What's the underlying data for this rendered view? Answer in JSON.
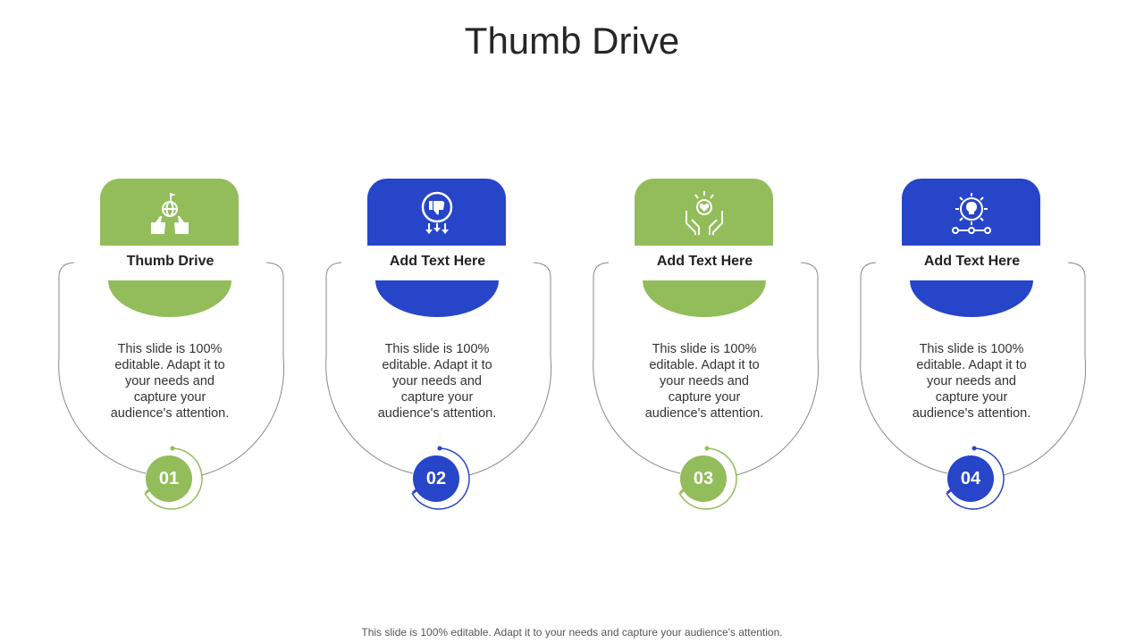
{
  "slide": {
    "title": "Thumb Drive",
    "footer": "This slide is 100% editable. Adapt it to your needs and capture your audience's attention."
  },
  "colors": {
    "green": "#92bd5a",
    "blue": "#2745c8",
    "outline": "#8a8a8a"
  },
  "cards": [
    {
      "label": "Thumb Drive",
      "text": "This slide is 100% editable. Adapt it to your needs and capture your audience's attention.",
      "number": "01",
      "icon": "thumbs-up-globe-icon"
    },
    {
      "label": "Add  Text Here",
      "text": "This slide is 100% editable. Adapt it to your needs and capture your audience's attention.",
      "number": "02",
      "icon": "thumbs-down-badge-icon"
    },
    {
      "label": "Add  Text Here",
      "text": "This slide is 100% editable. Adapt it to your needs and capture your audience's attention.",
      "number": "03",
      "icon": "hands-heart-icon"
    },
    {
      "label": "Add  Text Here",
      "text": "This slide is 100% editable. Adapt it to your needs and capture your audience's attention.",
      "number": "04",
      "icon": "gear-lightbulb-icon"
    }
  ]
}
